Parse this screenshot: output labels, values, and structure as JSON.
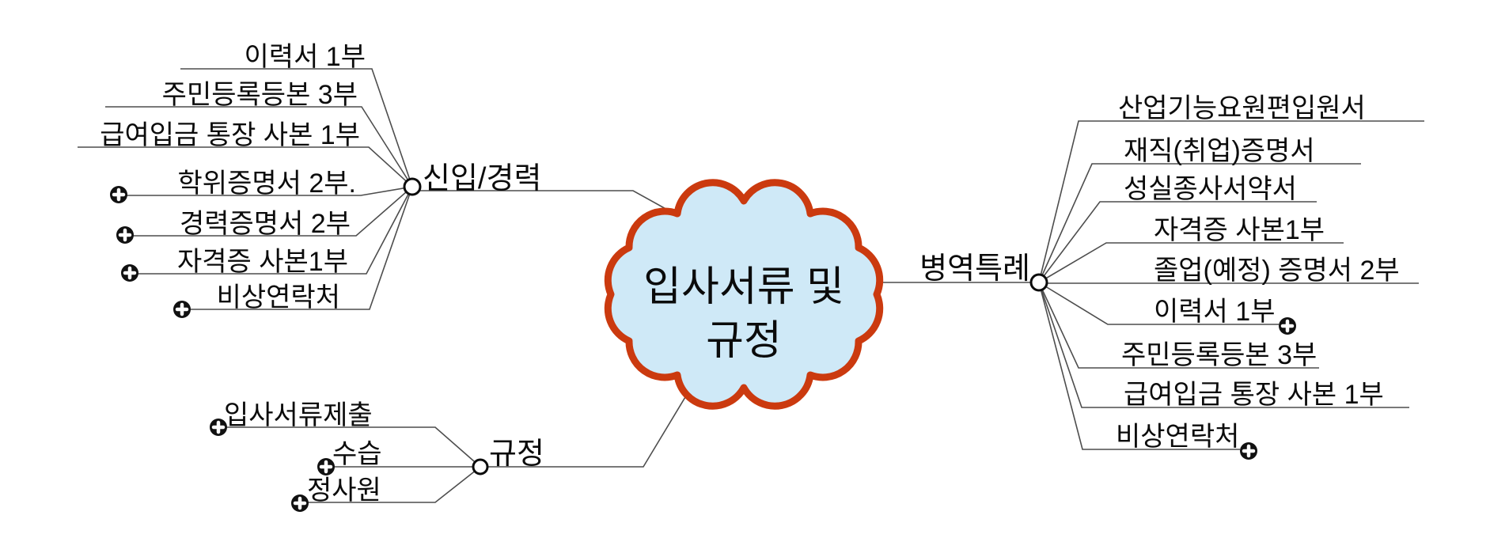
{
  "diagram": {
    "type": "mindmap",
    "background_color": "#ffffff",
    "connector_color": "#4d4d4d"
  },
  "central_topic": {
    "line1": "입사서류 및",
    "line2": "규정",
    "fill_color": "#cfe9f7",
    "border_color": "#cb3a0f"
  },
  "icons": {
    "expand_icon_glyph": "+"
  },
  "branches": {
    "new_experienced": {
      "label": "신입/경력",
      "children": [
        {
          "label": "이력서 1부"
        },
        {
          "label": "주민등록등본 3부"
        },
        {
          "label": "급여입금 통장 사본 1부"
        },
        {
          "label": "학위증명서 2부.",
          "expand_icon": true
        },
        {
          "label": "경력증명서 2부",
          "expand_icon": true
        },
        {
          "label": "자격증 사본1부",
          "expand_icon": true
        },
        {
          "label": "비상연락처",
          "expand_icon": true
        }
      ]
    },
    "regulations": {
      "label": "규정",
      "children": [
        {
          "label": "입사서류제출",
          "expand_icon": true
        },
        {
          "label": "수습",
          "expand_icon": true
        },
        {
          "label": "정사원",
          "expand_icon": true
        }
      ]
    },
    "military_service_exception": {
      "label": "병역특례",
      "children": [
        {
          "label": "산업기능요원편입원서"
        },
        {
          "label": "재직(취업)증명서"
        },
        {
          "label": "성실종사서약서"
        },
        {
          "label": "자격증 사본1부"
        },
        {
          "label": "졸업(예정) 증명서 2부"
        },
        {
          "label": "이력서 1부",
          "expand_icon": true
        },
        {
          "label": "주민등록등본 3부"
        },
        {
          "label": "급여입금 통장 사본 1부"
        },
        {
          "label": "비상연락처",
          "expand_icon": true
        }
      ]
    }
  }
}
